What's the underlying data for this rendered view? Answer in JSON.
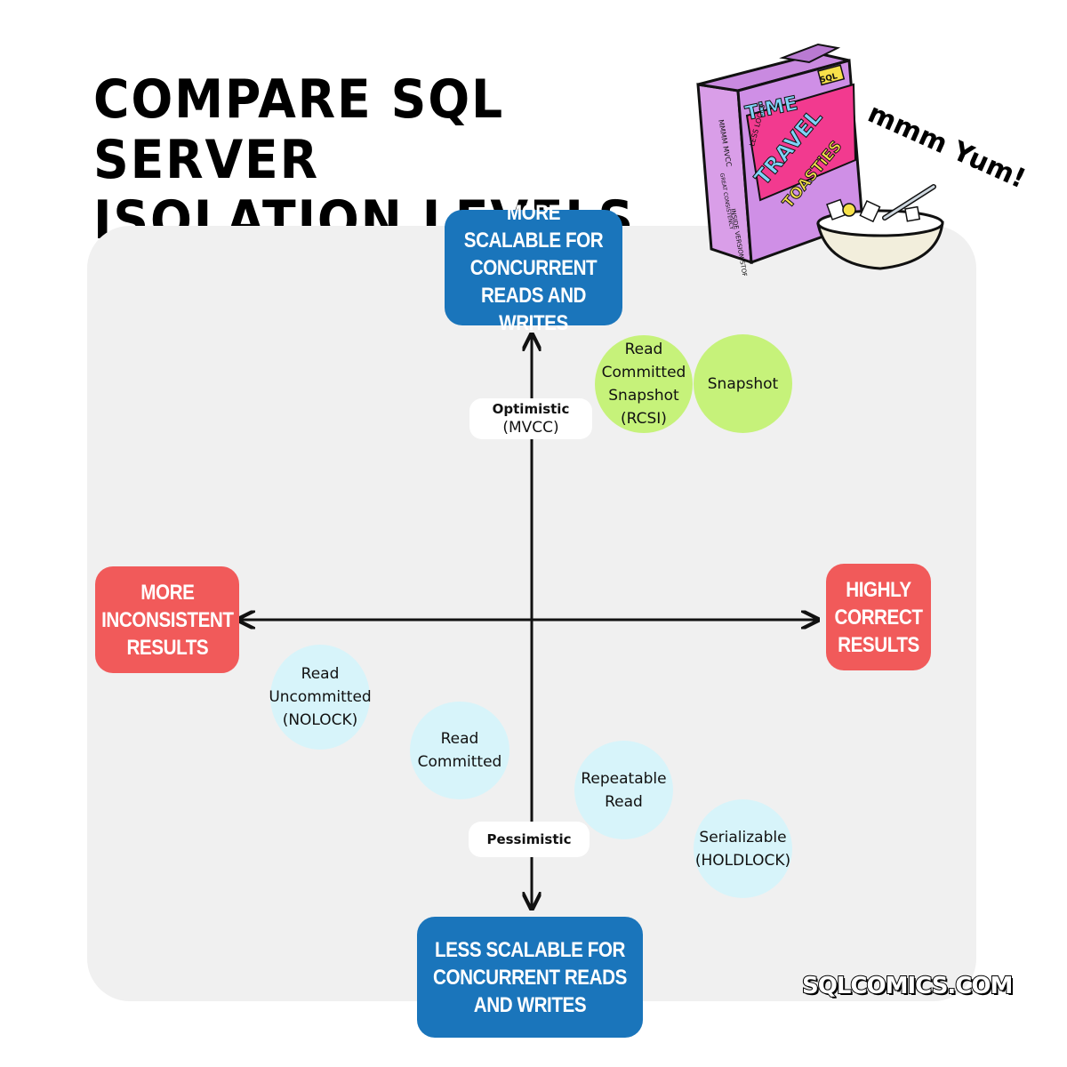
{
  "title": {
    "line1": "COMPARE SQL SERVER",
    "line2": "ISOLATION LEVELS"
  },
  "axes": {
    "top": "MORE SCALABLE FOR CONCURRENT READS AND WRITES",
    "bottom": "LESS SCALABLE FOR CONCURRENT READS AND WRITES",
    "left": "MORE INCONSISTENT RESULTS",
    "right": "HIGHLY CORRECT RESULTS",
    "optimistic_line1": "Optimistic",
    "optimistic_line2": "(MVCC)",
    "pessimistic": "Pessimistic"
  },
  "levels": {
    "rcsi": "Read\nCommitted\nSnapshot\n(RCSI)",
    "snapshot": "Snapshot",
    "read_uncommitted": "Read\nUncommitted\n(NOLOCK)",
    "read_committed": "Read\nCommitted",
    "repeatable_read": "Repeatable\nRead",
    "serializable": "Serializable\n(HOLDLOCK)"
  },
  "cereal_box": {
    "brand_line1": "TiME",
    "brand_line2": "TRAVEL",
    "brand_line3": "TOASTiES",
    "badge": "SQL",
    "side_text1": "MMMM MVCC",
    "side_text2": "LESS LOCKS",
    "side_text3": "GREAT CONSISTENCY",
    "side_text4": "INSIDE VERSION STORE"
  },
  "yum": "mmm Yum!",
  "footer": "SQLCOMICS.COM",
  "colors": {
    "blue": "#1a75bb",
    "red": "#f15a5a",
    "green": "#c6f27a",
    "cyan": "#d7f4fa",
    "panel": "#f0f0f0"
  }
}
